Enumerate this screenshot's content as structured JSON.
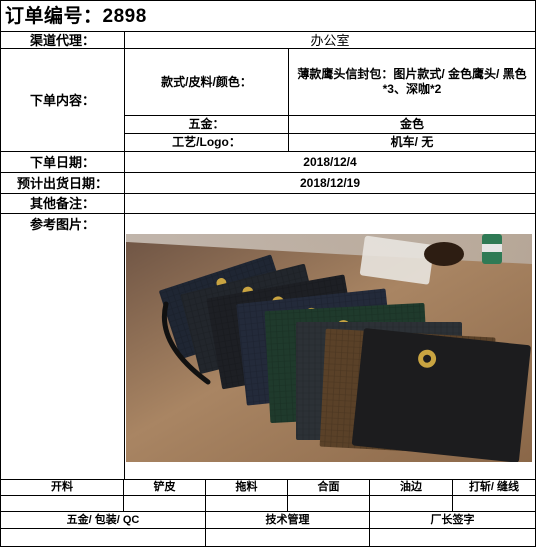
{
  "header": {
    "title": "订单编号：2898"
  },
  "labels": {
    "channel": "渠道代理：",
    "order_content": "下单内容：",
    "style": "款式/皮料/颜色：",
    "hardware": "五金：",
    "craft": "工艺/Logo：",
    "order_date": "下单日期：",
    "ship_date": "预计出货日期：",
    "remarks": "其他备注：",
    "reference": "参考图片："
  },
  "values": {
    "channel": "办公室",
    "style": "薄款鹰头信封包：图片款式/ 金色鹰头/ 黑色*3、深咖*2",
    "hardware": "金色",
    "craft": "机车/ 无",
    "order_date": "2018/12/4",
    "ship_date": "2018/12/19",
    "remarks": ""
  },
  "process_row1": [
    "开料",
    "铲皮",
    "拖料",
    "合面",
    "油边",
    "打斩/ 缝线"
  ],
  "process_row2": [
    "五金/ 包装/ QC",
    "技术管理",
    "厂长签字"
  ],
  "colors": {
    "border": "#000000",
    "table_wood": "#9b7756",
    "bag_black": "#1c1c1e",
    "bag_brown": "#5a4128",
    "bag_green": "#1f3a2c",
    "bag_navy": "#1f2633",
    "gold": "#c9a441"
  }
}
